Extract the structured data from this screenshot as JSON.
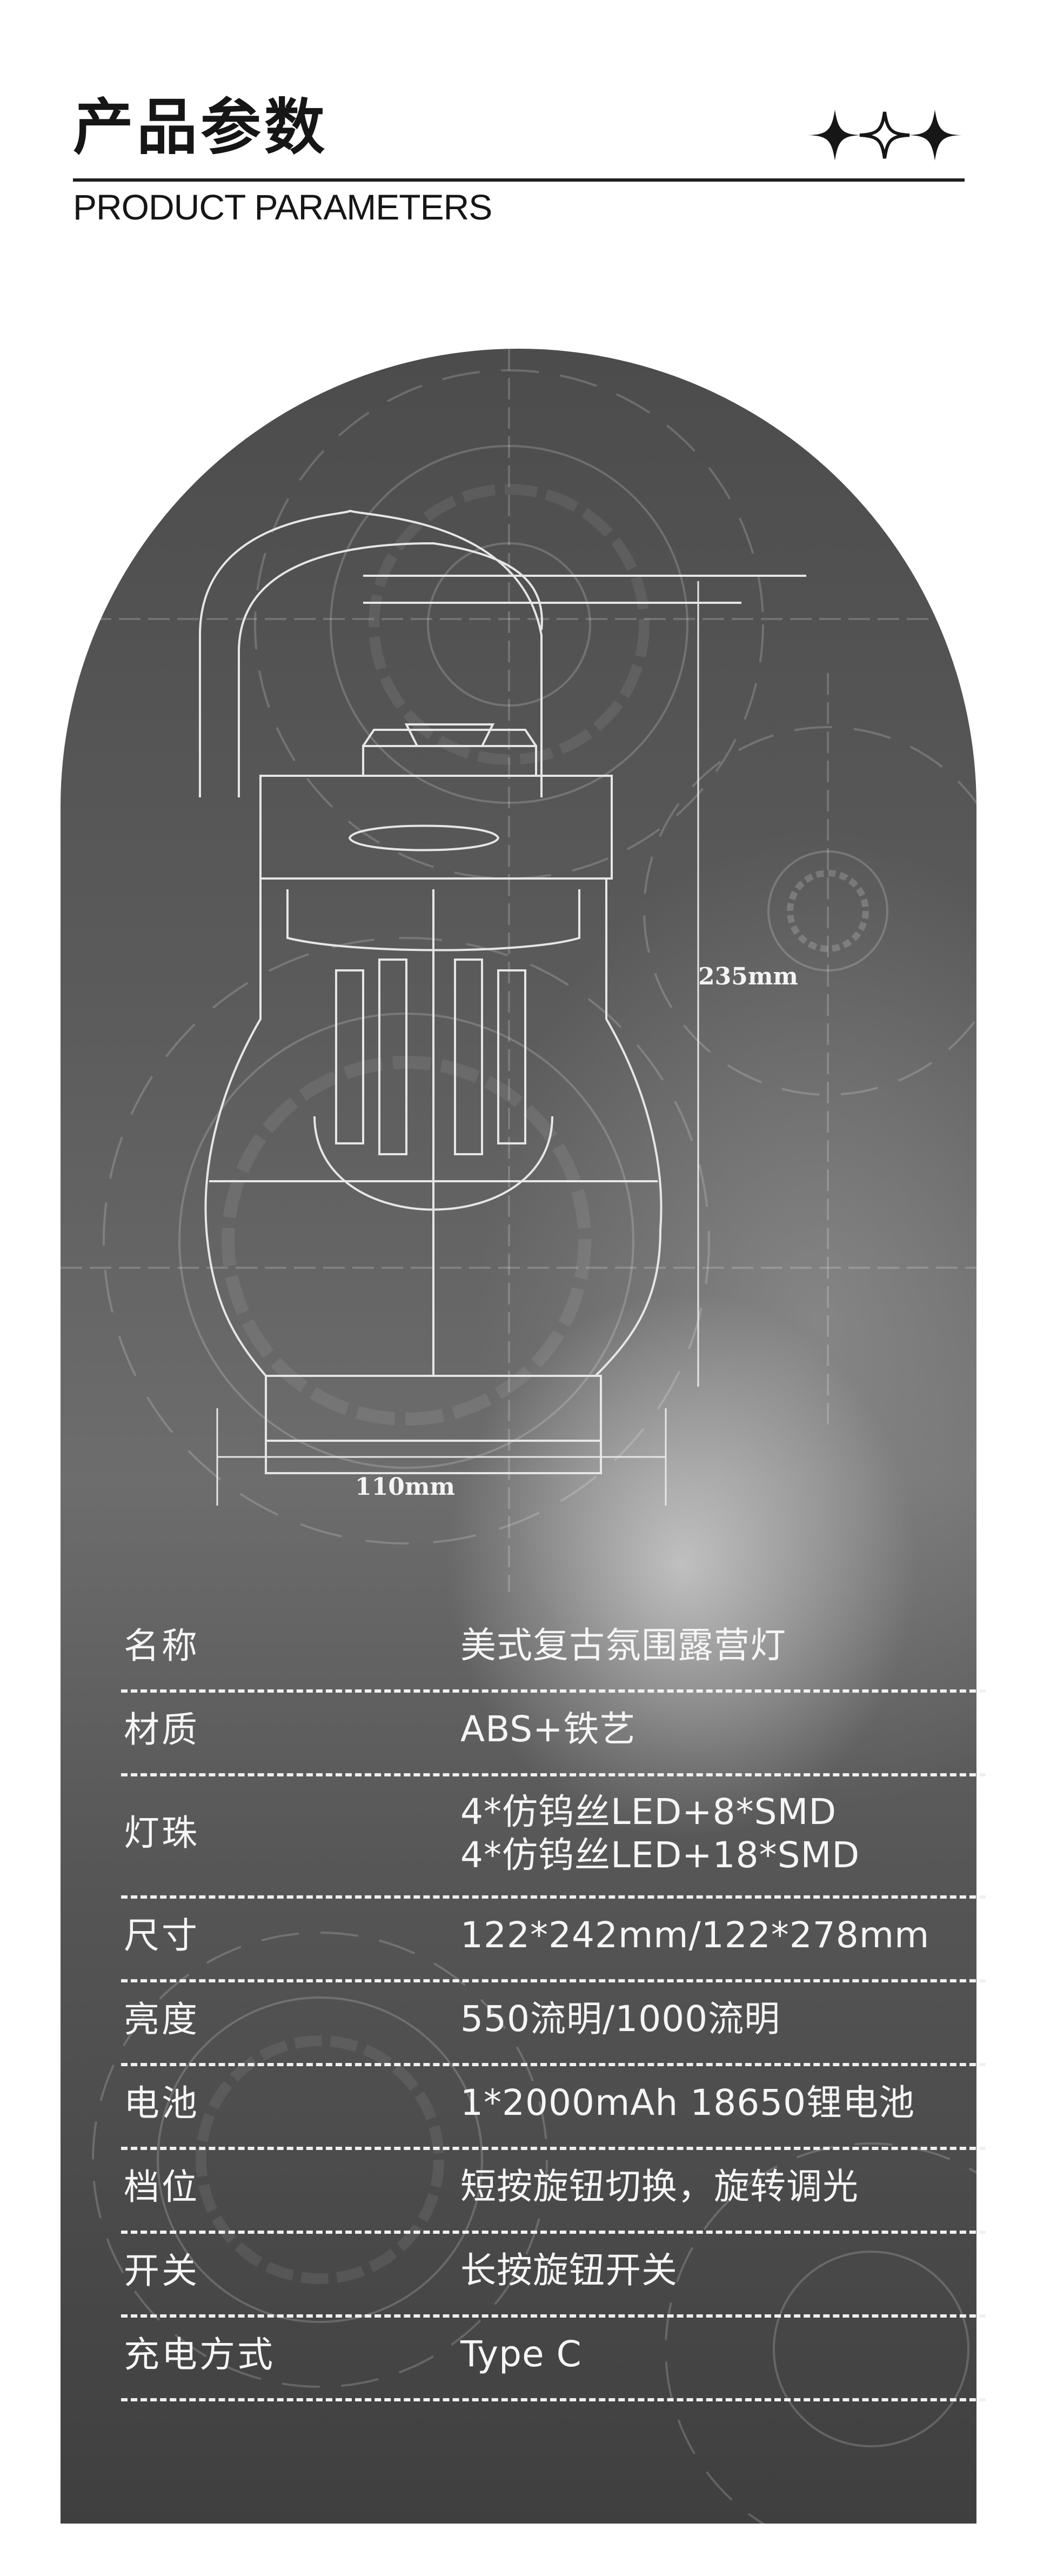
{
  "header": {
    "title_cn": "产品参数",
    "title_en": "PRODUCT PARAMETERS",
    "stars_icon": "four-point-star-icons"
  },
  "diagram": {
    "width_label": "110mm",
    "height_label": "235mm"
  },
  "params": [
    {
      "label": "名称",
      "value": "美式复古氛围露营灯"
    },
    {
      "label": "材质",
      "value": "ABS+铁艺"
    },
    {
      "label": "灯珠",
      "value": "4*仿钨丝LED+8*SMD",
      "value2": "4*仿钨丝LED+18*SMD"
    },
    {
      "label": "尺寸",
      "value": "122*242mm/122*278mm"
    },
    {
      "label": "亮度",
      "value": "550流明/1000流明"
    },
    {
      "label": "电池",
      "value": "1*2000mAh 18650锂电池"
    },
    {
      "label": "档位",
      "value": "短按旋钮切换，旋转调光"
    },
    {
      "label": "开关",
      "value": "长按旋钮开关"
    },
    {
      "label": "充电方式",
      "value": "Type C"
    }
  ],
  "colors": {
    "panel_dark": "#4c4c4c",
    "panel_light": "#6d6d6d",
    "text_light": "#f5f5f5",
    "title": "#161616"
  }
}
